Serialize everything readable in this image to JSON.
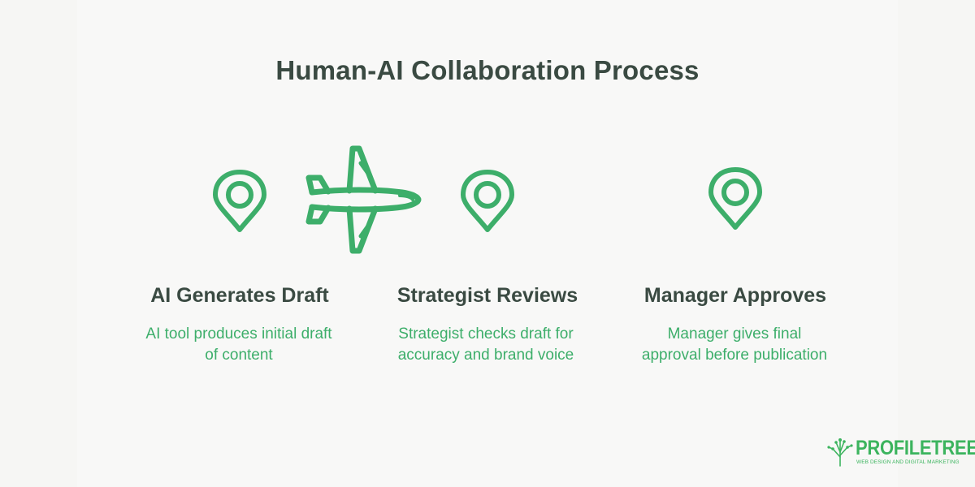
{
  "diagram": {
    "title": "Human-AI Collaboration Process",
    "steps": [
      {
        "title": "AI Generates Draft",
        "description_line1": "AI tool produces initial draft",
        "description_line2": "of content",
        "icon": "map-pin-icon"
      },
      {
        "title": "Strategist Reviews",
        "description_line1": "Strategist checks draft for",
        "description_line2": "accuracy and brand voice",
        "icon": "map-pin-icon"
      },
      {
        "title": "Manager Approves",
        "description_line1": "Manager gives final",
        "description_line2": "approval before publication",
        "icon": "map-pin-icon"
      }
    ],
    "connector_icon": "airplane-icon"
  },
  "logo": {
    "name": "PROFILETREE",
    "tagline": "WEB DESIGN AND DIGITAL MARKETING",
    "icon": "tree-icon"
  },
  "colors": {
    "accent": "#3dae6a",
    "heading": "#3a4a42",
    "background": "#f8f8f7"
  }
}
